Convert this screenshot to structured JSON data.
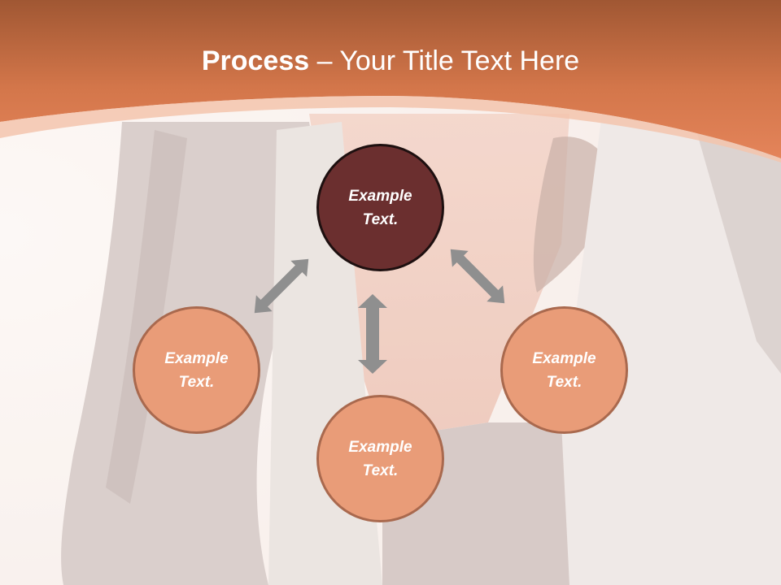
{
  "slide": {
    "title_bold": "Process",
    "title_rest": " – Your Title Text Here"
  },
  "colors": {
    "header_orange": "#de7f4d",
    "center_node": "#6b2f2f",
    "outer_node": "#e99c78",
    "arrow": "#8f8f8f"
  },
  "diagram": {
    "center": {
      "text": "Example\nText."
    },
    "nodes": [
      {
        "id": "left",
        "text": "Example\nText."
      },
      {
        "id": "bottom",
        "text": "Example\nText."
      },
      {
        "id": "right",
        "text": "Example\nText."
      }
    ]
  }
}
